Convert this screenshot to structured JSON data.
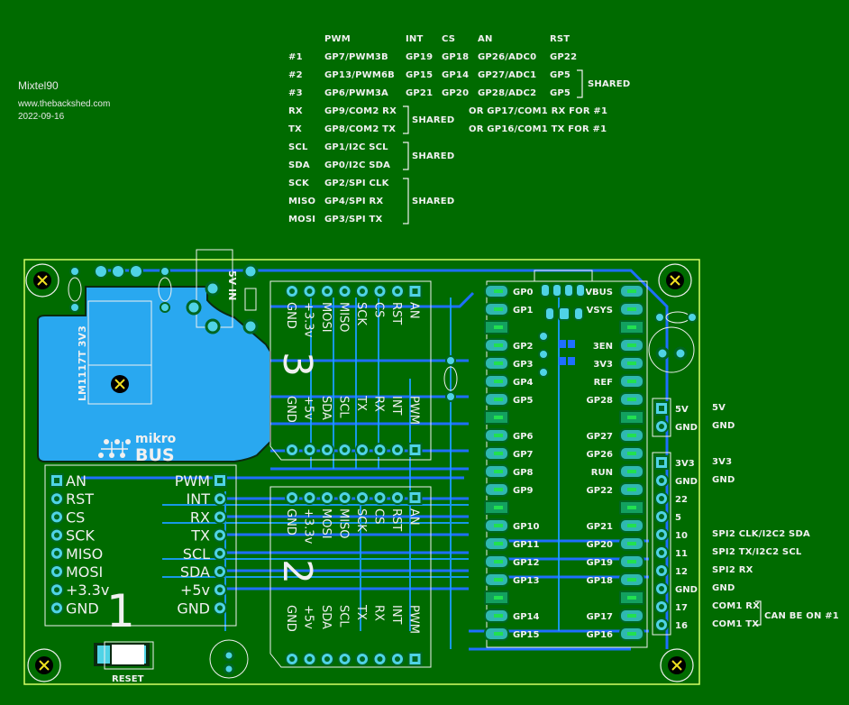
{
  "credits": {
    "author": "Mixtel90",
    "website": "www.thebackshed.com",
    "date": "2022-09-16"
  },
  "pin_table": {
    "headers": [
      "",
      "PWM",
      "INT",
      "CS",
      "AN",
      "RST"
    ],
    "rows": [
      {
        "label": "#1",
        "pwm": "GP7/PWM3B",
        "int": "GP19",
        "cs": "GP18",
        "an": "GP26/ADC0",
        "rst": "GP22"
      },
      {
        "label": "#2",
        "pwm": "GP13/PWM6B",
        "int": "GP15",
        "cs": "GP14",
        "an": "GP27/ADC1",
        "rst": "GP5"
      },
      {
        "label": "#3",
        "pwm": "GP6/PWM3A",
        "int": "GP21",
        "cs": "GP20",
        "an": "GP28/ADC2",
        "rst": "GP5"
      }
    ],
    "rst_note": "SHARED",
    "bus_rows": [
      {
        "label": "RX",
        "value": "GP9/COM2 RX",
        "alt": "OR GP17/COM1 RX FOR #1"
      },
      {
        "label": "TX",
        "value": "GP8/COM2 TX",
        "alt": "OR GP16/COM1 TX FOR #1"
      },
      {
        "label": "SCL",
        "value": "GP1/I2C SCL"
      },
      {
        "label": "SDA",
        "value": "GP0/I2C SDA"
      },
      {
        "label": "SCK",
        "value": "GP2/SPI CLK"
      },
      {
        "label": "MISO",
        "value": "GP4/SPI RX"
      },
      {
        "label": "MOSI",
        "value": "GP3/SPI TX"
      }
    ],
    "uart_note": "SHARED",
    "i2c_note": "SHARED",
    "spi_note": "SHARED"
  },
  "board": {
    "regulator_label": "LM1117T 3V3",
    "power_in_label": "5V IN",
    "logo_top": "mikro",
    "logo_bottom": "BUS",
    "reset_label": "RESET",
    "socket1": {
      "number": "1",
      "left_pins": [
        "AN",
        "RST",
        "CS",
        "SCK",
        "MISO",
        "MOSI",
        "+3.3v",
        "GND"
      ],
      "right_pins": [
        "PWM",
        "INT",
        "RX",
        "TX",
        "SCL",
        "SDA",
        "+5v",
        "GND"
      ]
    },
    "socket2": {
      "number": "2",
      "top_pins": [
        "GND",
        "+3.3v",
        "MOSI",
        "MISO",
        "SCK",
        "CS",
        "RST",
        "AN"
      ],
      "bottom_pins": [
        "GND",
        "+5v",
        "SDA",
        "SCL",
        "TX",
        "RX",
        "INT",
        "PWM"
      ]
    },
    "socket3": {
      "number": "3",
      "top_pins": [
        "GND",
        "+3.3v",
        "MOSI",
        "MISO",
        "SCK",
        "CS",
        "RST",
        "AN"
      ],
      "bottom_pins": [
        "GND",
        "+5v",
        "SDA",
        "SCL",
        "TX",
        "RX",
        "INT",
        "PWM"
      ]
    },
    "pico_left": [
      "GP0",
      "GP1",
      "",
      "GP2",
      "GP3",
      "GP4",
      "GP5",
      "",
      "GP6",
      "GP7",
      "GP8",
      "GP9",
      "",
      "GP10",
      "GP11",
      "GP12",
      "GP13",
      "",
      "GP14",
      "GP15"
    ],
    "pico_right": [
      "VBUS",
      "VSYS",
      "",
      "3EN",
      "3V3",
      "REF",
      "GP28",
      "",
      "GP27",
      "GP26",
      "RUN",
      "GP22",
      "",
      "GP21",
      "GP20",
      "GP19",
      "GP18",
      "",
      "GP17",
      "GP16"
    ],
    "power_header": [
      "5V",
      "GND"
    ],
    "ext_header": [
      "3V3",
      "GND",
      "22",
      "5",
      "10",
      "11",
      "12",
      "GND",
      "17",
      "16"
    ]
  },
  "side_notes": {
    "power": [
      "5V",
      "GND"
    ],
    "ext": [
      "3V3",
      "GND",
      "",
      "",
      "SPI2 CLK/I2C2 SDA",
      "SPI2 TX/I2C2 SCL",
      "SPI2 RX",
      "GND",
      "COM1 RX",
      "COM1 TX"
    ],
    "com_note": "CAN BE ON #1"
  },
  "colors": {
    "background": "#006b00",
    "silkscreen": "#f0f0f0",
    "outline": "#d6ff66",
    "trace_top": "#1e6fff",
    "trace_bottom": "#1a9fff",
    "pad": "#4fd3e6",
    "pour": "#29a8f0"
  }
}
